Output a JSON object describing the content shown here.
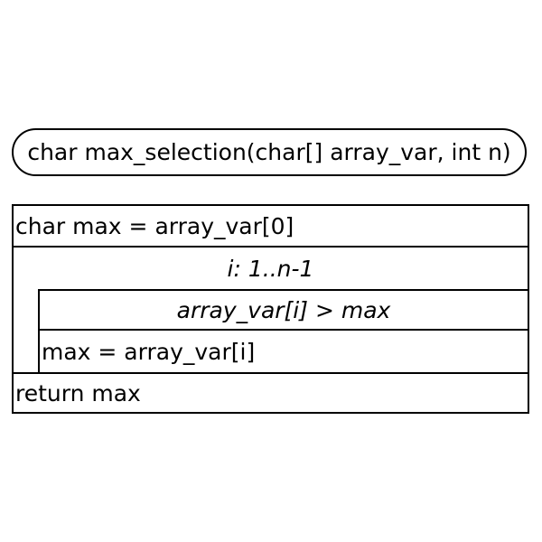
{
  "function": {
    "signature": "char max_selection(char[] array_var, int n)"
  },
  "body": {
    "init": "char max = array_var[0]",
    "loop": "i: 1..n-1",
    "condition": "array_var[i] > max",
    "assign": "max = array_var[i]",
    "return": "return max"
  }
}
